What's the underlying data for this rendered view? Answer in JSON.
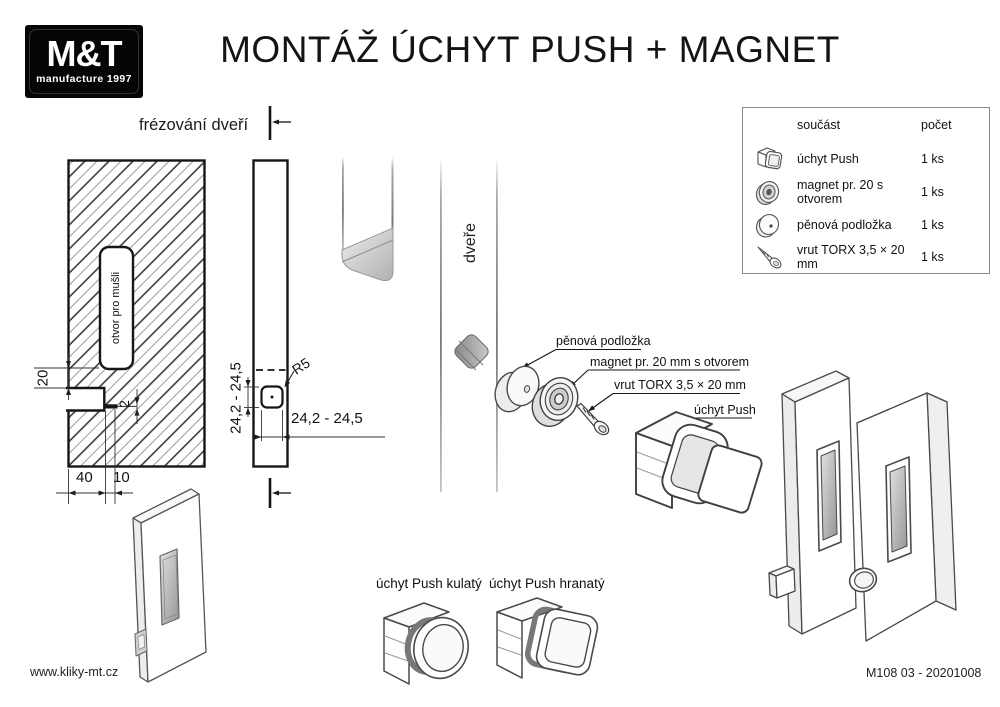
{
  "logo": {
    "brand": "M&T",
    "tagline": "manufacture 1997"
  },
  "title": "MONTÁŽ ÚCHYT PUSH + MAGNET",
  "milling_view": {
    "caption": "frézování dveří",
    "slot_label": "otvor pro mušli",
    "dim_slot_to_notch": "20",
    "dim_groove": "2",
    "dim_notch_depth": "40",
    "dim_groove_depth": "10"
  },
  "profile_view": {
    "radius": "R5",
    "dim_height": "24,2 - 24,5",
    "dim_width": "24,2 - 24,5"
  },
  "door_view": {
    "caption": "dveře"
  },
  "exploded_view": {
    "foam_label": "pěnová podložka",
    "magnet_label": "magnet pr. 20 mm s otvorem",
    "screw_label": "vrut TORX 3,5 × 20 mm",
    "handle_label": "úchyt Push"
  },
  "variants": {
    "round": "úchyt Push kulatý",
    "square": "úchyt Push hranatý"
  },
  "parts_table": {
    "part_header": "součást",
    "qty_header": "počet",
    "rows": [
      {
        "icon": "push-handle-icon",
        "name": "úchyt Push",
        "qty": "1 ks"
      },
      {
        "icon": "magnet-icon",
        "name": "magnet pr. 20 s otvorem",
        "qty": "1 ks"
      },
      {
        "icon": "foam-pad-icon",
        "name": "pěnová podložka",
        "qty": "1 ks"
      },
      {
        "icon": "screw-icon",
        "name": "vrut TORX 3,5 × 20 mm",
        "qty": "1 ks"
      }
    ]
  },
  "footer": {
    "website": "www.kliky-mt.cz",
    "doc_number": "M108 03 - 20201008"
  },
  "colors": {
    "ink": "#1a1a1a",
    "hatch_gray": "#9a9a9a",
    "render_gray": "#b5b5b5"
  }
}
